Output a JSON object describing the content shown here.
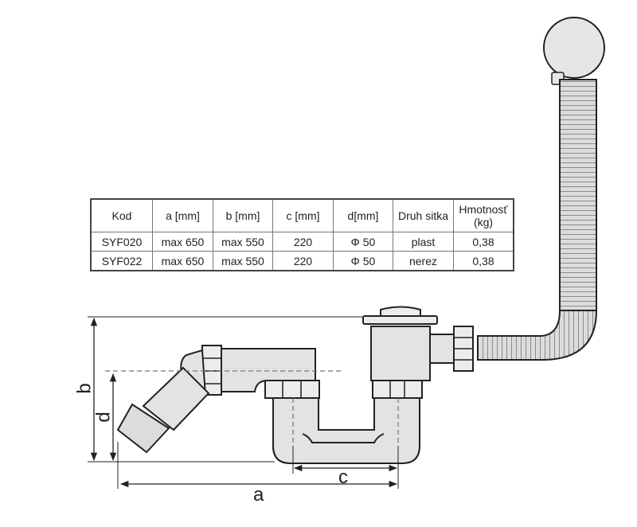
{
  "table": {
    "headers": [
      "Kod",
      "a [mm]",
      "b [mm]",
      "c [mm]",
      "d[mm]",
      "Druh sitka",
      "Hmotnosť (kg)"
    ],
    "rows": [
      [
        "SYF020",
        "max 650",
        "max 550",
        "220",
        "Φ 50",
        "plast",
        "0,38"
      ],
      [
        "SYF022",
        "max 650",
        "max 550",
        "220",
        "Φ 50",
        "nerez",
        "0,38"
      ]
    ]
  },
  "dimensions": {
    "a": "a",
    "b": "b",
    "c": "c",
    "d": "d"
  },
  "colors": {
    "line": "#222222",
    "part_fill": "#e3e3e3",
    "hose_fill": "#d8d8d8",
    "dashed": "#777777"
  }
}
